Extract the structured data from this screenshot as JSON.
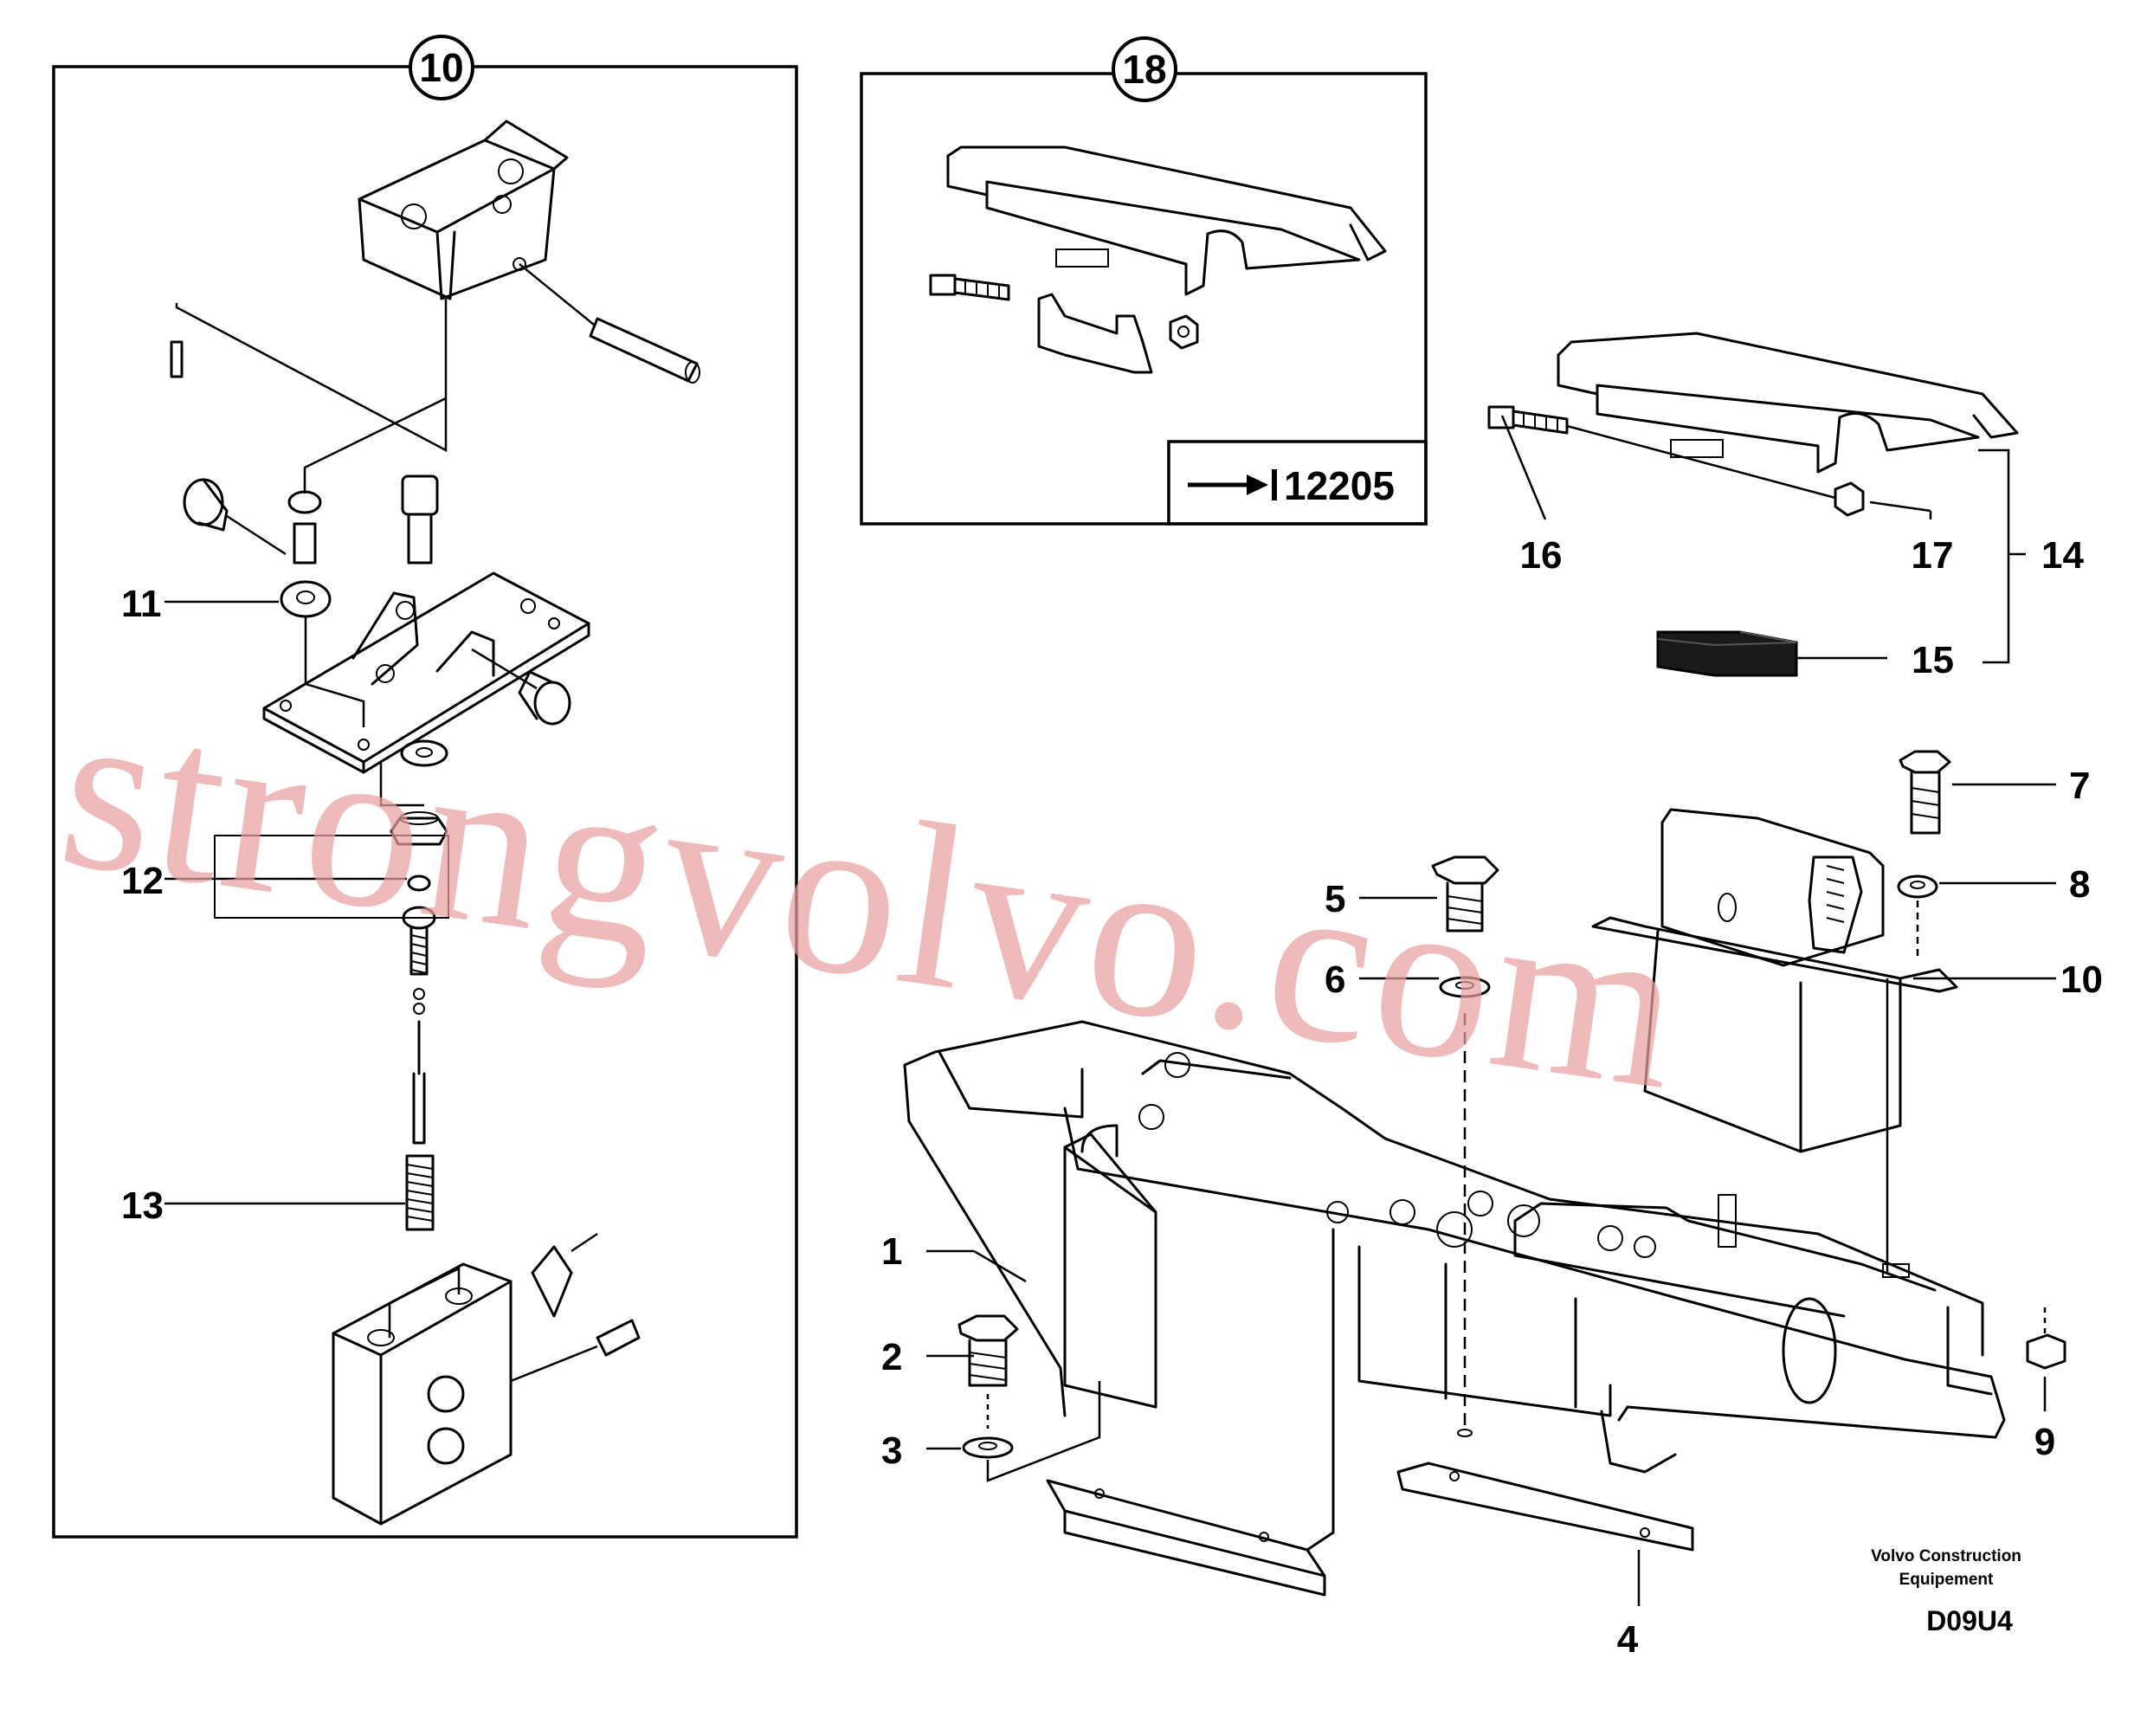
{
  "colors": {
    "line": "#000000",
    "background": "#ffffff",
    "watermark": "#e9a0a0"
  },
  "watermark_text": "strongvolvo.com",
  "inset_10": {
    "circle_label": "10"
  },
  "inset_18": {
    "circle_label": "18",
    "reference": "12205",
    "reference_icon": "arrow-to-bar-icon"
  },
  "labels": {
    "l1": "1",
    "l2": "2",
    "l3": "3",
    "l4": "4",
    "l5": "5",
    "l6": "6",
    "l7": "7",
    "l8": "8",
    "l9": "9",
    "l10": "10",
    "l11": "11",
    "l12": "12",
    "l13": "13",
    "l14": "14",
    "l15": "15",
    "l16": "16",
    "l17": "17"
  },
  "credit": {
    "line1": "Volvo Construction",
    "line2": "Equipement"
  },
  "drawing_code": "D09U4"
}
